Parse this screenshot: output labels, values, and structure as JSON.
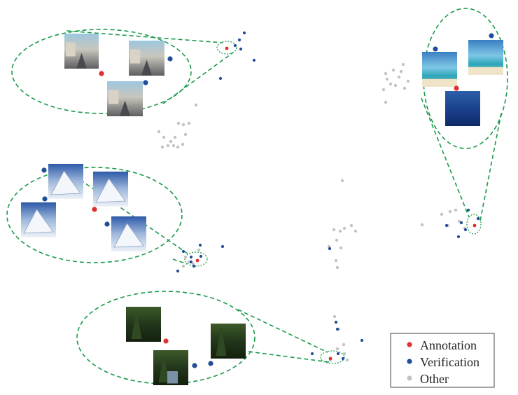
{
  "colors": {
    "annotation": "#e03030",
    "verification": "#1f4e9a",
    "other": "#c3c3c3",
    "zoom_outline": "#1a9a4a"
  },
  "legend": {
    "items": [
      {
        "label": "Annotation",
        "color_key": "annotation"
      },
      {
        "label": "Verification",
        "color_key": "verification"
      },
      {
        "label": "Other",
        "color_key": "other"
      }
    ]
  },
  "clusters": [
    {
      "id": "street",
      "thumbnails": [
        "street-scene",
        "street-scene",
        "street-scene"
      ]
    },
    {
      "id": "beach",
      "thumbnails": [
        "beach-scene",
        "beach-scene",
        "ocean-scene"
      ]
    },
    {
      "id": "mountain",
      "thumbnails": [
        "snowy-mountain",
        "snowy-mountain",
        "snowy-mountain",
        "snowy-mountain"
      ]
    },
    {
      "id": "forest",
      "thumbnails": [
        "forest-scene",
        "forest-scene",
        "forest-path"
      ]
    }
  ]
}
